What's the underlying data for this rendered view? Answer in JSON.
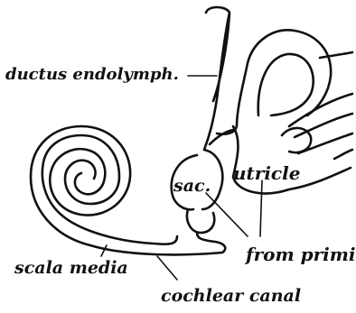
{
  "labels": {
    "ductus": "ductus endolymph.",
    "sac": "sac.",
    "utricle": "utricle",
    "from_primi": "from primi",
    "scala_media": "scala media",
    "cochlear_canal": "cochlear canal"
  },
  "colors": {
    "ink": "#111111",
    "background": "#ffffff"
  }
}
